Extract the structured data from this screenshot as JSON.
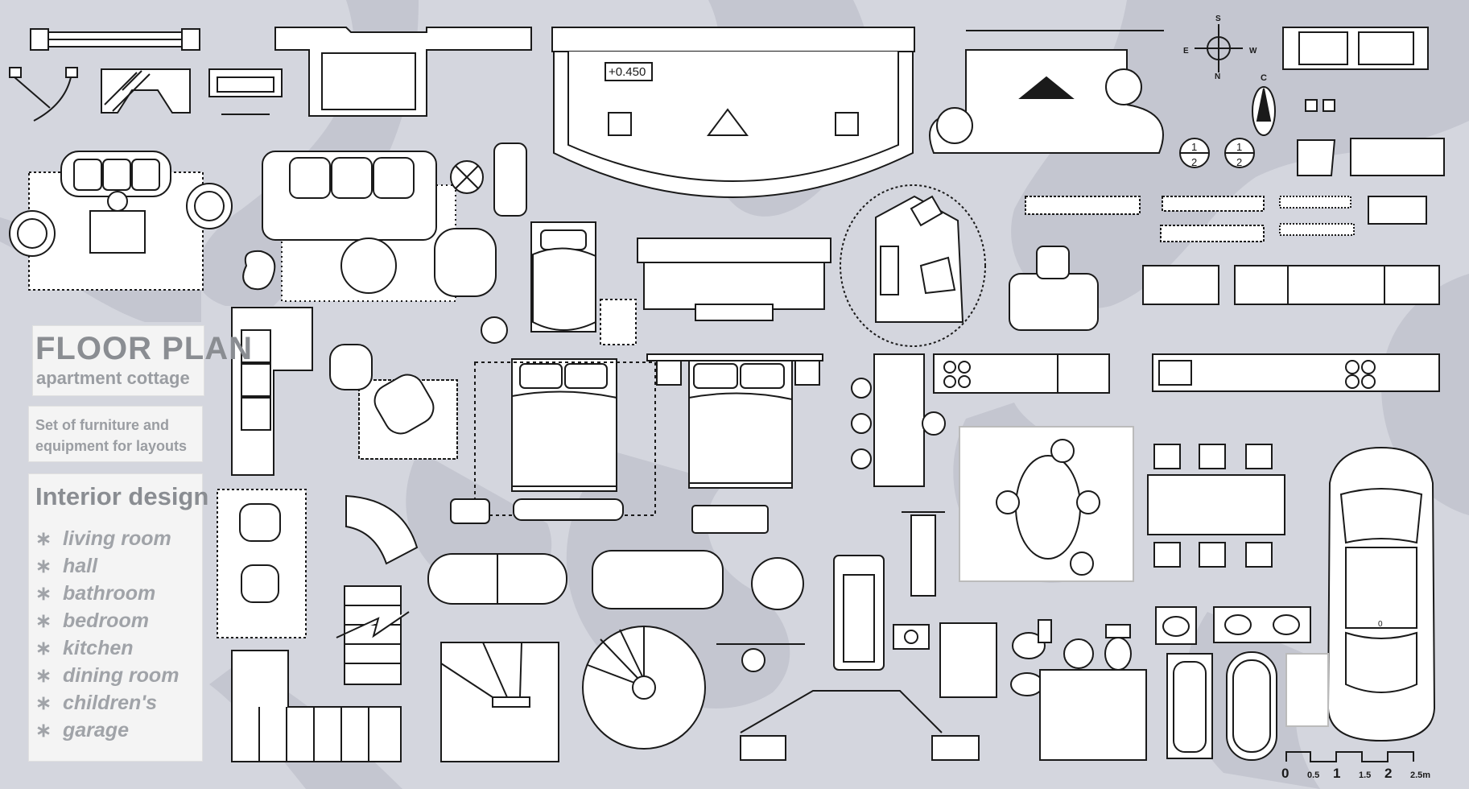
{
  "title_panel": {
    "title": "FLOOR PLAN",
    "subtitle": "apartment  cottage"
  },
  "description_panel": {
    "text": "Set of furniture and equipment  for layouts"
  },
  "list_panel": {
    "heading": "Interior design",
    "bullet": "∗",
    "rooms": [
      "living room",
      "hall",
      "bathroom",
      "bedroom",
      "kitchen",
      "dining room",
      "children's",
      "garage"
    ]
  },
  "annotations": {
    "level_mark": "+0.450",
    "stair_step_top": "1",
    "stair_step_bottom": "2",
    "car_mark": "0"
  },
  "compass": {
    "north": "N",
    "south": "S",
    "east": "E",
    "west": "W",
    "center_mark": "C"
  },
  "scale_bar": {
    "ticks": [
      "0",
      "0.5",
      "1",
      "1.5",
      "2",
      "2.5m"
    ]
  },
  "colors": {
    "background": "#d4d6de",
    "swirl": "#c2c4ce",
    "line": "#1a1a1a",
    "fill": "#ffffff",
    "panel": "#f4f4f4",
    "text": "#8a8d92"
  }
}
